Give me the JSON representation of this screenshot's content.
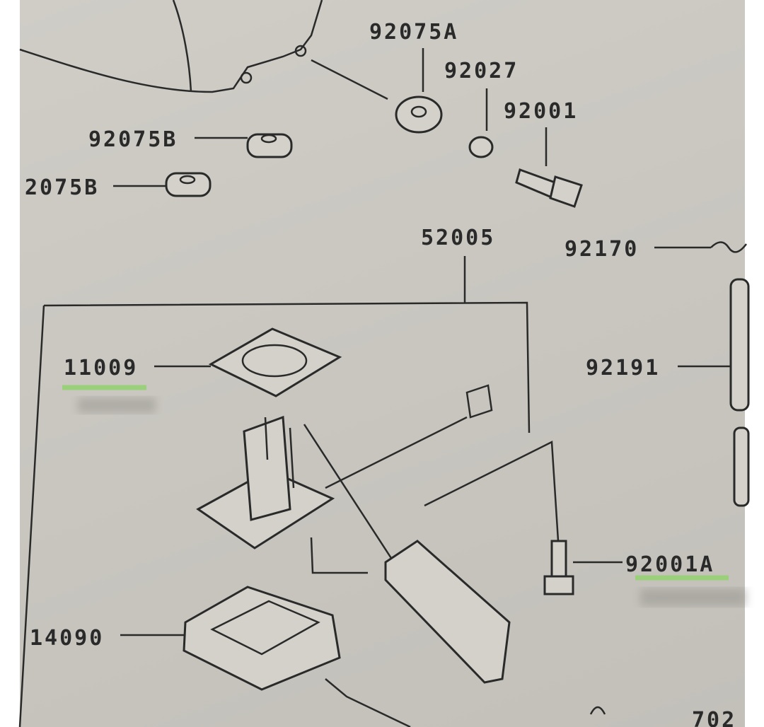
{
  "labels": {
    "p92075A": "92075A",
    "p92027": "92027",
    "p92001": "92001",
    "p92075B_1": "92075B",
    "p92075B_2": "2075B",
    "p52005": "52005",
    "p92170": "92170",
    "p92191": "92191",
    "p11009": "11009",
    "p92001A": "92001A",
    "p14090": "14090",
    "p702": "702"
  },
  "colors": {
    "highlight": "#9bd07a",
    "paper": "#c9c7c0",
    "ink": "#2a2a2a"
  }
}
